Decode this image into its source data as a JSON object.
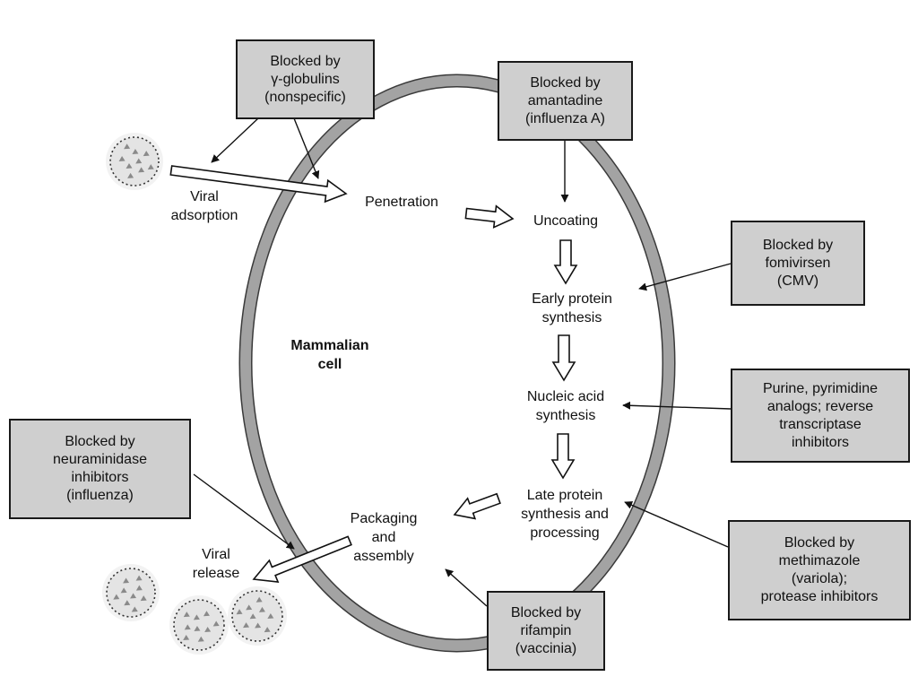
{
  "colors": {
    "membrane": "#a3a3a3",
    "membrane_edge": "#3a3a3a",
    "box_fill": "#cfcfcf",
    "box_border": "#1a1a1a",
    "text": "#111111",
    "virus_fill": "#e4e4e4",
    "virus_spots": "#8a8a8a"
  },
  "cell_label": [
    "Mammalian",
    "cell"
  ],
  "steps": {
    "adsorption": [
      "Viral",
      "adsorption"
    ],
    "penetration": [
      "Penetration"
    ],
    "uncoating": [
      "Uncoating"
    ],
    "early_protein": [
      "Early protein",
      "synthesis"
    ],
    "nucleic_acid": [
      "Nucleic acid",
      "synthesis"
    ],
    "late_protein": [
      "Late protein",
      "synthesis and",
      "processing"
    ],
    "packaging": [
      "Packaging",
      "and",
      "assembly"
    ],
    "release": [
      "Viral",
      "release"
    ]
  },
  "blockers": {
    "globulins": [
      "Blocked by",
      "γ-globulins",
      "(nonspecific)"
    ],
    "amantadine": [
      "Blocked by",
      "amantadine",
      "(influenza A)"
    ],
    "fomivirsen": [
      "Blocked by",
      "fomivirsen",
      "(CMV)"
    ],
    "analogs": [
      "Purine, pyrimidine",
      "analogs; reverse",
      "transcriptase",
      "inhibitors"
    ],
    "neuraminidase": [
      "Blocked by",
      "neuraminidase",
      "inhibitors",
      "(influenza)"
    ],
    "methimazole": [
      "Blocked by",
      "methimazole",
      "(variola);",
      "protease inhibitors"
    ],
    "rifampin": [
      "Blocked by",
      "rifampin",
      "(vaccinia)"
    ]
  },
  "icons": {
    "virus": "virus-particle-icon",
    "hollow_arrow": "hollow-arrow-icon",
    "pointer_arrow": "pointer-arrow-icon"
  }
}
